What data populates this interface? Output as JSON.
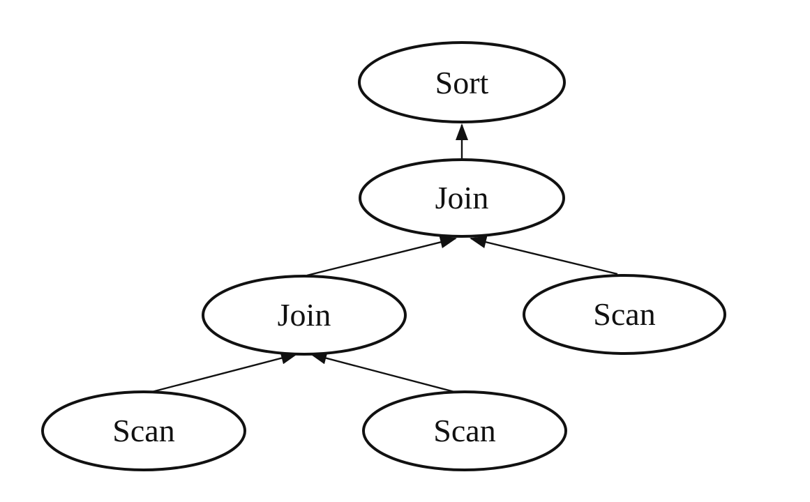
{
  "diagram": {
    "type": "query-plan-tree",
    "nodes": [
      {
        "id": "sort",
        "label": "Sort"
      },
      {
        "id": "join_top",
        "label": "Join"
      },
      {
        "id": "join_left",
        "label": "Join"
      },
      {
        "id": "scan_right",
        "label": "Scan"
      },
      {
        "id": "scan_left_left",
        "label": "Scan"
      },
      {
        "id": "scan_left_right",
        "label": "Scan"
      }
    ],
    "edges": [
      {
        "from": "join_top",
        "to": "sort"
      },
      {
        "from": "join_left",
        "to": "join_top"
      },
      {
        "from": "scan_right",
        "to": "join_top"
      },
      {
        "from": "scan_left_left",
        "to": "join_left"
      },
      {
        "from": "scan_left_right",
        "to": "join_left"
      }
    ]
  }
}
